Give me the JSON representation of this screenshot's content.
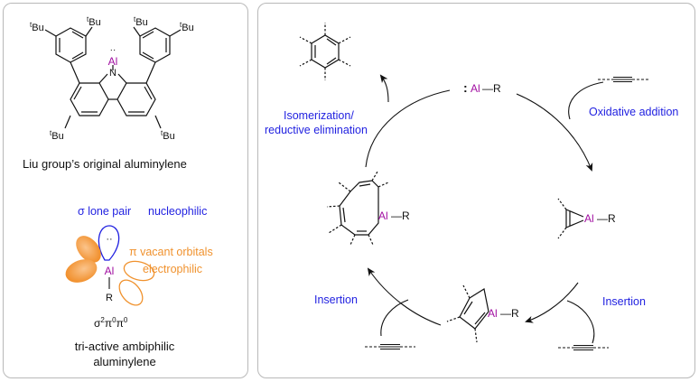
{
  "colors": {
    "blue": "#1f1fe0",
    "orange": "#f0922e",
    "purple": "#a10fa1",
    "black": "#111111",
    "panel_border": "#b9b9b9"
  },
  "left": {
    "aluminylene_caption": "Liu group’s original aluminylene",
    "tbu_sup": "t",
    "tbu_text": "Bu",
    "al": "Al",
    "n": "N",
    "lone_pair_dots": "··",
    "sigma_lone_pair": "σ lone pair",
    "nucleophilic": "nucleophilic",
    "pi_vacant": "π vacant orbitals",
    "electrophilic": "electrophilic",
    "r": "R",
    "config": {
      "sigma": "σ",
      "s_exp": "2",
      "pi1": "π",
      "p1_exp": "0",
      "pi2": "π",
      "p2_exp": "0"
    },
    "ambiphilic_line1": "tri-active ambiphilic",
    "ambiphilic_line2": "aluminylene"
  },
  "cycle": {
    "top_al_colon": ":",
    "al": "Al",
    "dash_r": "—R",
    "oxidative_addition": "Oxidative addition",
    "insertion_right": "Insertion",
    "insertion_left": "Insertion",
    "isomerization_line1": "Isomerization/",
    "isomerization_line2": "reductive elimination"
  }
}
